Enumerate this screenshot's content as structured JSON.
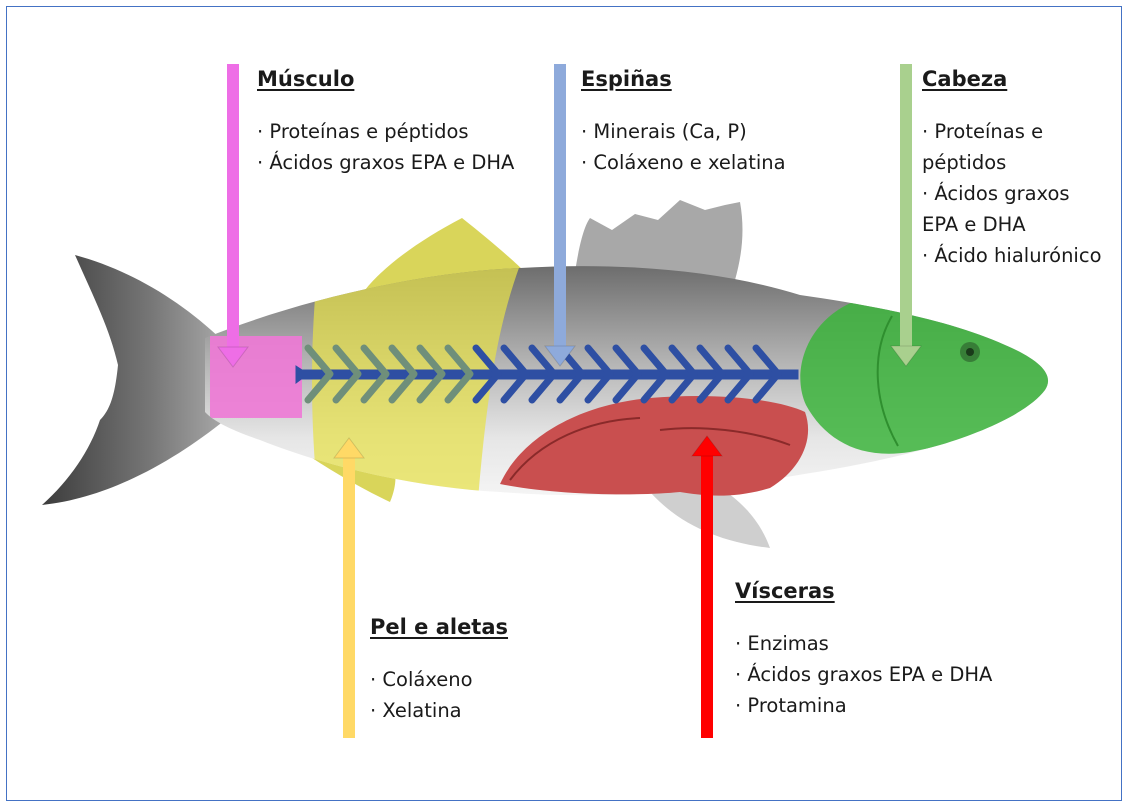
{
  "colors": {
    "frame": "#4472c4",
    "musculo": "#ee6ee6",
    "espinas": "#8eaadb",
    "cabeza": "#a9d08e",
    "pel": "#ffd966",
    "visceras": "#ff0000",
    "skeleton": "#2e4fa3",
    "head_region": "#3cb43c",
    "viscera_region": "#c94f4f",
    "skin_region": "#e6e04a"
  },
  "labels": {
    "musculo": {
      "title": "Músculo",
      "items": [
        "Proteínas e péptidos",
        "Ácidos graxos EPA e DHA"
      ]
    },
    "espinas": {
      "title": "Espiñas",
      "items": [
        "Minerais (Ca, P)",
        "Coláxeno e xelatina"
      ]
    },
    "cabeza": {
      "title": "Cabeza",
      "items": [
        "Proteínas e",
        "péptidos",
        "Ácidos graxos",
        "EPA e DHA",
        "Ácido hialurónico"
      ]
    },
    "pel": {
      "title": "Pel e aletas",
      "items": [
        "Coláxeno",
        "Xelatina"
      ]
    },
    "visceras": {
      "title": "Vísceras",
      "items": [
        "Enzimas",
        "Ácidos graxos EPA e DHA",
        "Protamina"
      ]
    }
  }
}
